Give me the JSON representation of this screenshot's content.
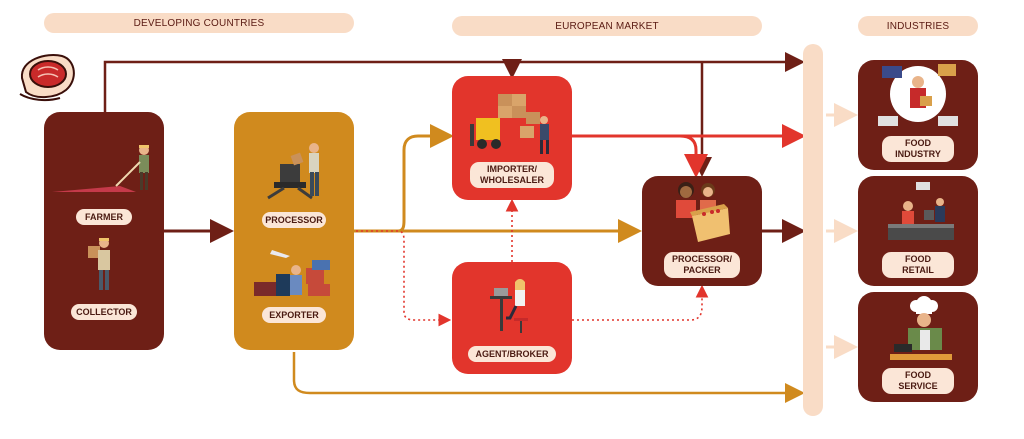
{
  "headers": {
    "developing": "DEVELOPING COUNTRIES",
    "european": "EUROPEAN MARKET",
    "industries": "INDUSTRIES"
  },
  "nodes": {
    "farmer": "FARMER",
    "collector": "COLLECTOR",
    "processor": "PROCESSOR",
    "exporter": "EXPORTER",
    "importer": "IMPORTER/\nWHOLESALER",
    "agent": "AGENT/BROKER",
    "packer": "PROCESSOR/\nPACKER",
    "food_industry": "FOOD\nINDUSTRY",
    "food_retail": "FOOD\nRETAIL",
    "food_service": "FOOD\nSERVICE"
  },
  "icons": {
    "logo": "pepper-pod-logo-icon",
    "farmer": "farmer-drying-crop-icon",
    "collector": "collector-with-sack-icon",
    "processor": "processing-machine-icon",
    "exporter": "export-cargo-icon",
    "importer": "warehouse-forklift-icon",
    "agent": "broker-at-desk-icon",
    "packer": "packing-workers-icon",
    "food_industry": "industry-worker-icon",
    "food_retail": "retail-checkout-icon",
    "food_service": "chef-icon"
  },
  "colors": {
    "dark_brown": "#6e1f16",
    "ochre": "#d08a1e",
    "red": "#e2352c",
    "peach": "#f9dcc6",
    "pill_bg": "#fbe6d7"
  }
}
